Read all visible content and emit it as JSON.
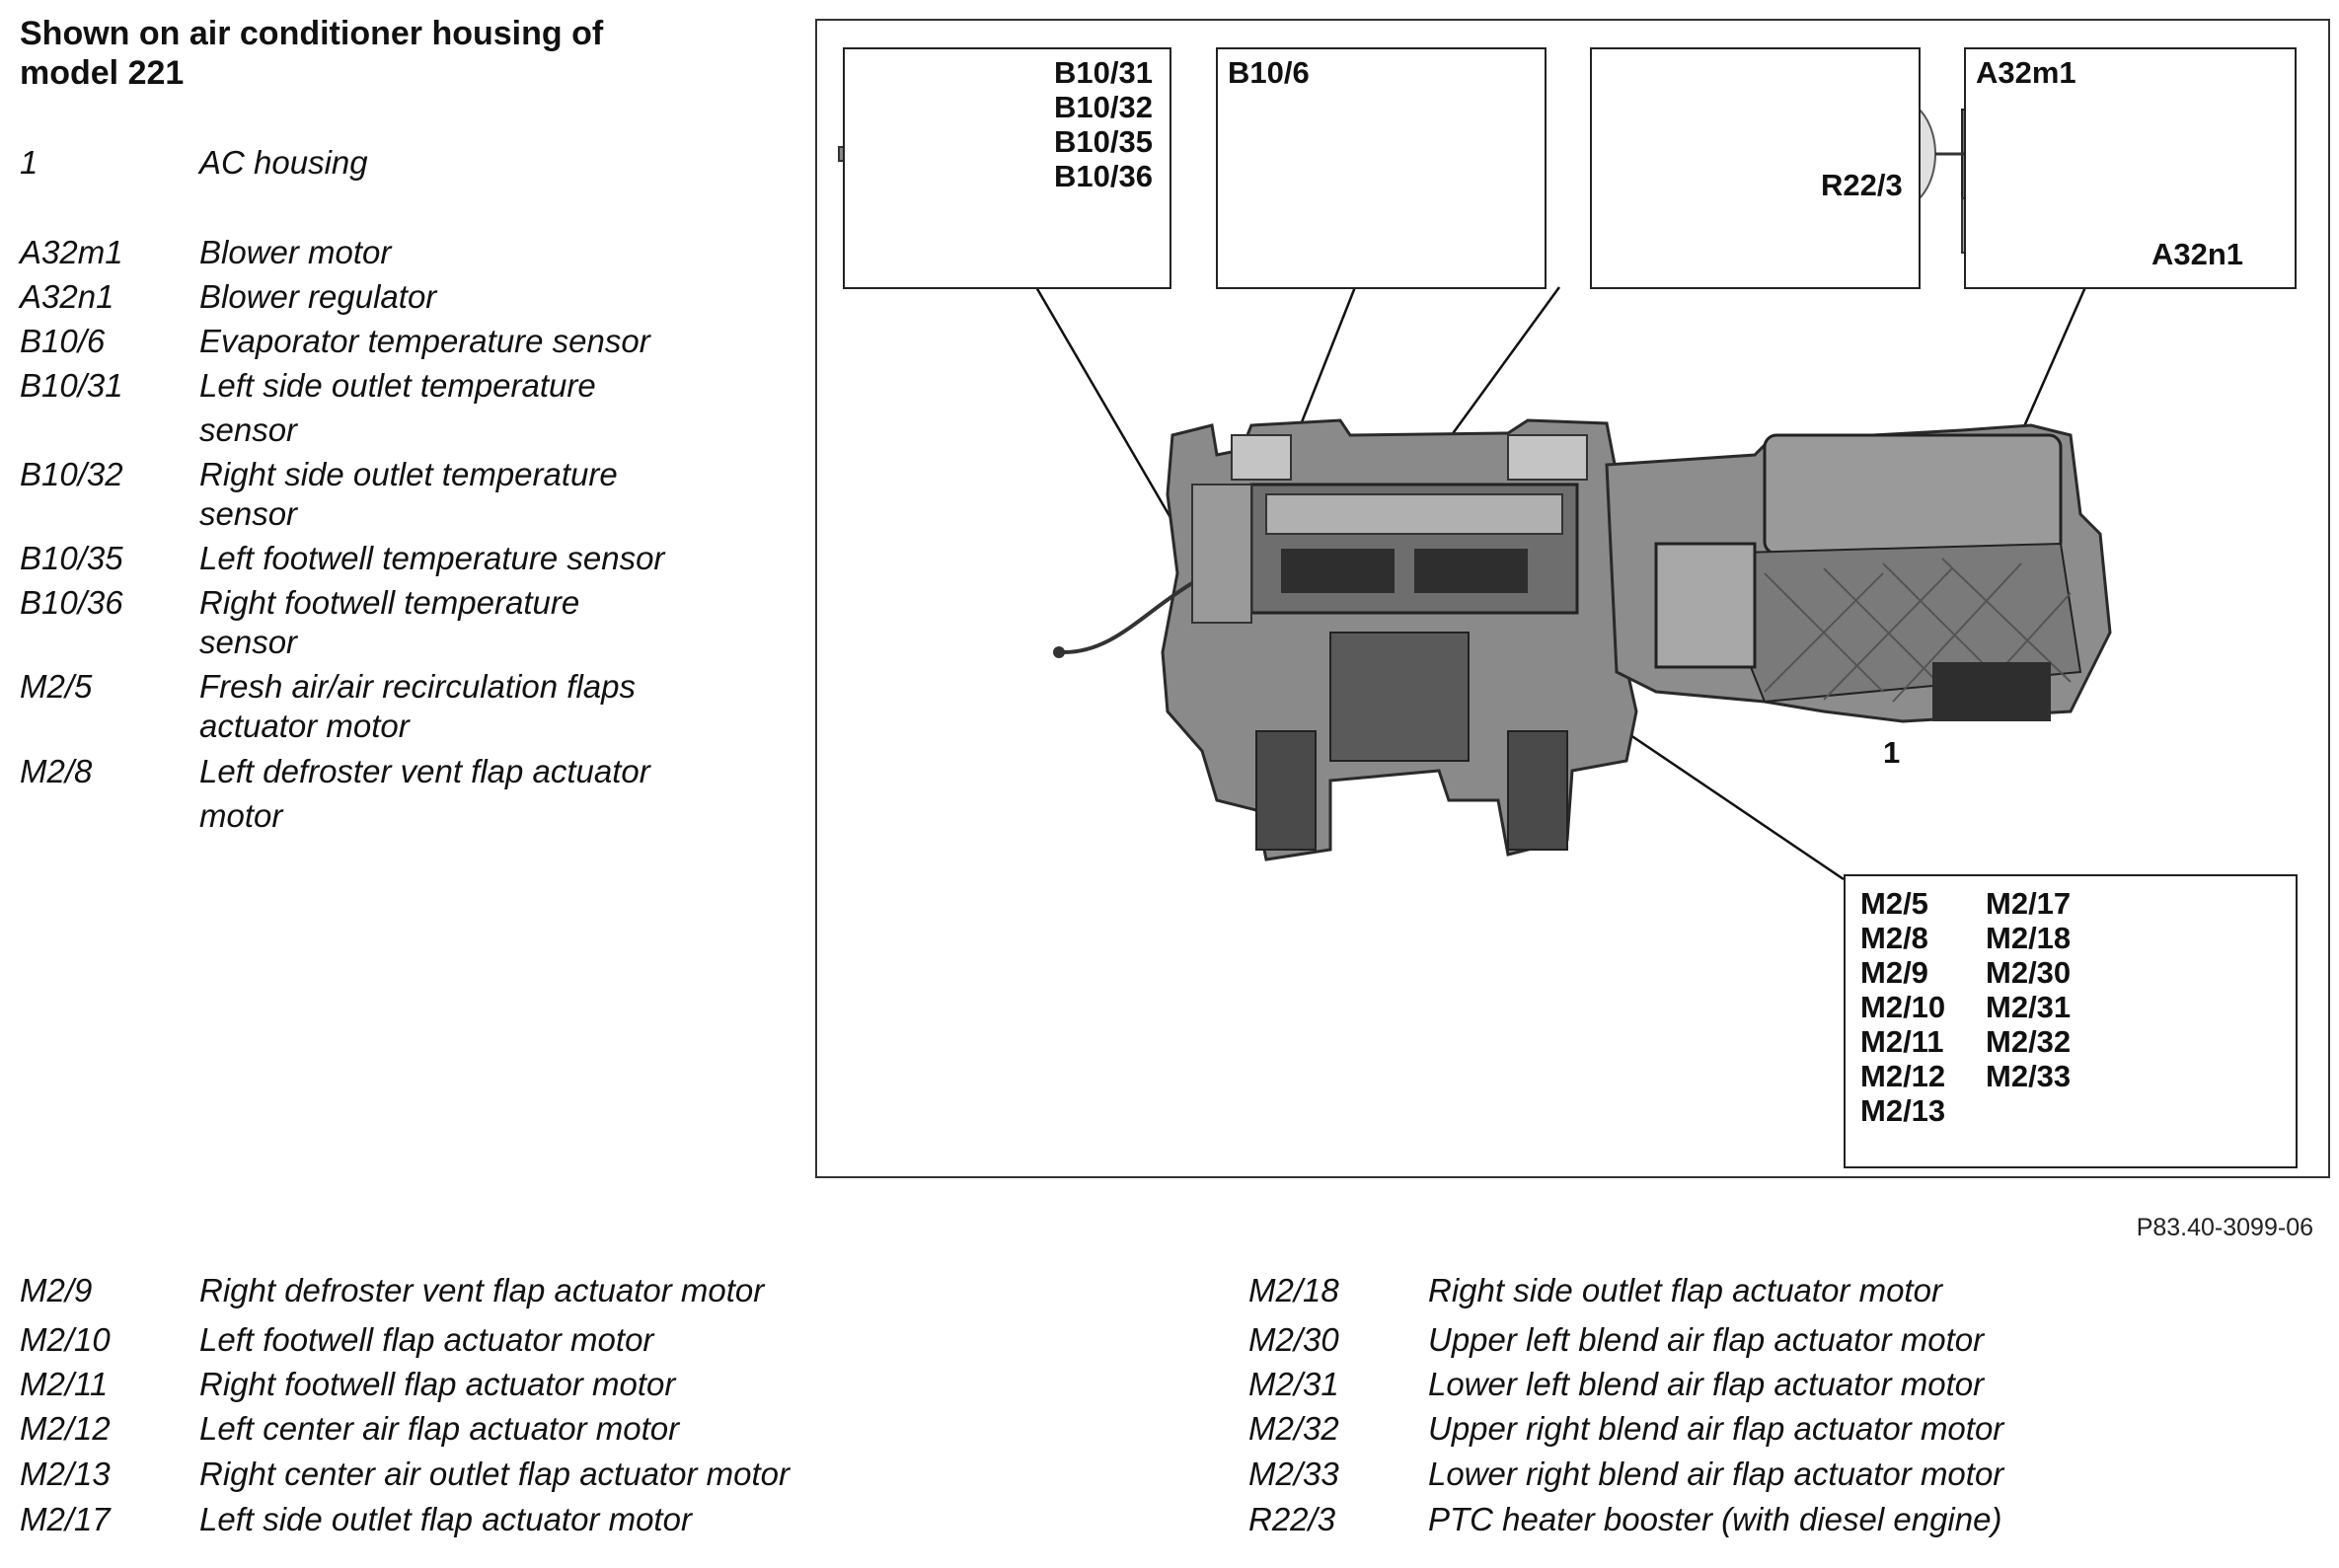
{
  "title": "Shown on air conditioner housing of model 221",
  "legend_top": [
    {
      "code": "1",
      "desc": "AC housing"
    },
    {
      "code": "A32m1",
      "desc": "Blower motor"
    },
    {
      "code": "A32n1",
      "desc": "Blower regulator"
    },
    {
      "code": "B10/6",
      "desc": "Evaporator temperature sensor"
    },
    {
      "code": "B10/31",
      "desc": "Left side outlet temperature",
      "desc2": "sensor"
    },
    {
      "code": "B10/32",
      "desc": "Right side outlet temperature",
      "desc2": "sensor"
    },
    {
      "code": "B10/35",
      "desc": "Left footwell temperature sensor"
    },
    {
      "code": "B10/36",
      "desc": "Right footwell temperature",
      "desc2": "sensor"
    },
    {
      "code": "M2/5",
      "desc": "Fresh air/air recirculation flaps",
      "desc2": "actuator motor"
    },
    {
      "code": "M2/8",
      "desc": "Left defroster vent flap actuator",
      "desc2": "motor"
    }
  ],
  "legend_bottom_left": [
    {
      "code": "M2/9",
      "desc": "Right defroster vent flap actuator motor"
    },
    {
      "code": "M2/10",
      "desc": "Left footwell flap actuator motor"
    },
    {
      "code": "M2/11",
      "desc": "Right footwell flap actuator motor"
    },
    {
      "code": "M2/12",
      "desc": "Left center air flap actuator motor"
    },
    {
      "code": "M2/13",
      "desc": "Right center air outlet flap actuator motor"
    },
    {
      "code": "M2/17",
      "desc": "Left side outlet flap actuator motor"
    }
  ],
  "legend_bottom_right": [
    {
      "code": "M2/18",
      "desc": "Right side outlet flap actuator motor"
    },
    {
      "code": "M2/30",
      "desc": "Upper left blend air flap actuator motor"
    },
    {
      "code": "M2/31",
      "desc": "Lower left blend air flap actuator motor"
    },
    {
      "code": "M2/32",
      "desc": "Upper right blend air flap actuator motor"
    },
    {
      "code": "M2/33",
      "desc": "Lower right blend air flap actuator motor"
    },
    {
      "code": "R22/3",
      "desc": "PTC heater booster (with diesel engine)"
    }
  ],
  "figure": {
    "callout_sensors": [
      "B10/31",
      "B10/32",
      "B10/35",
      "B10/36"
    ],
    "callout_evap": "B10/6",
    "callout_heater": "R22/3",
    "callout_blower_motor": "A32m1",
    "callout_blower_regulator": "A32n1",
    "housing_label": "1",
    "motors_col1": [
      "M2/5",
      "M2/8",
      "M2/9",
      "M2/10",
      "M2/11",
      "M2/12",
      "M2/13"
    ],
    "motors_col2": [
      "M2/17",
      "M2/18",
      "M2/30",
      "M2/31",
      "M2/32",
      "M2/33"
    ],
    "figure_id": "P83.40-3099-06"
  }
}
